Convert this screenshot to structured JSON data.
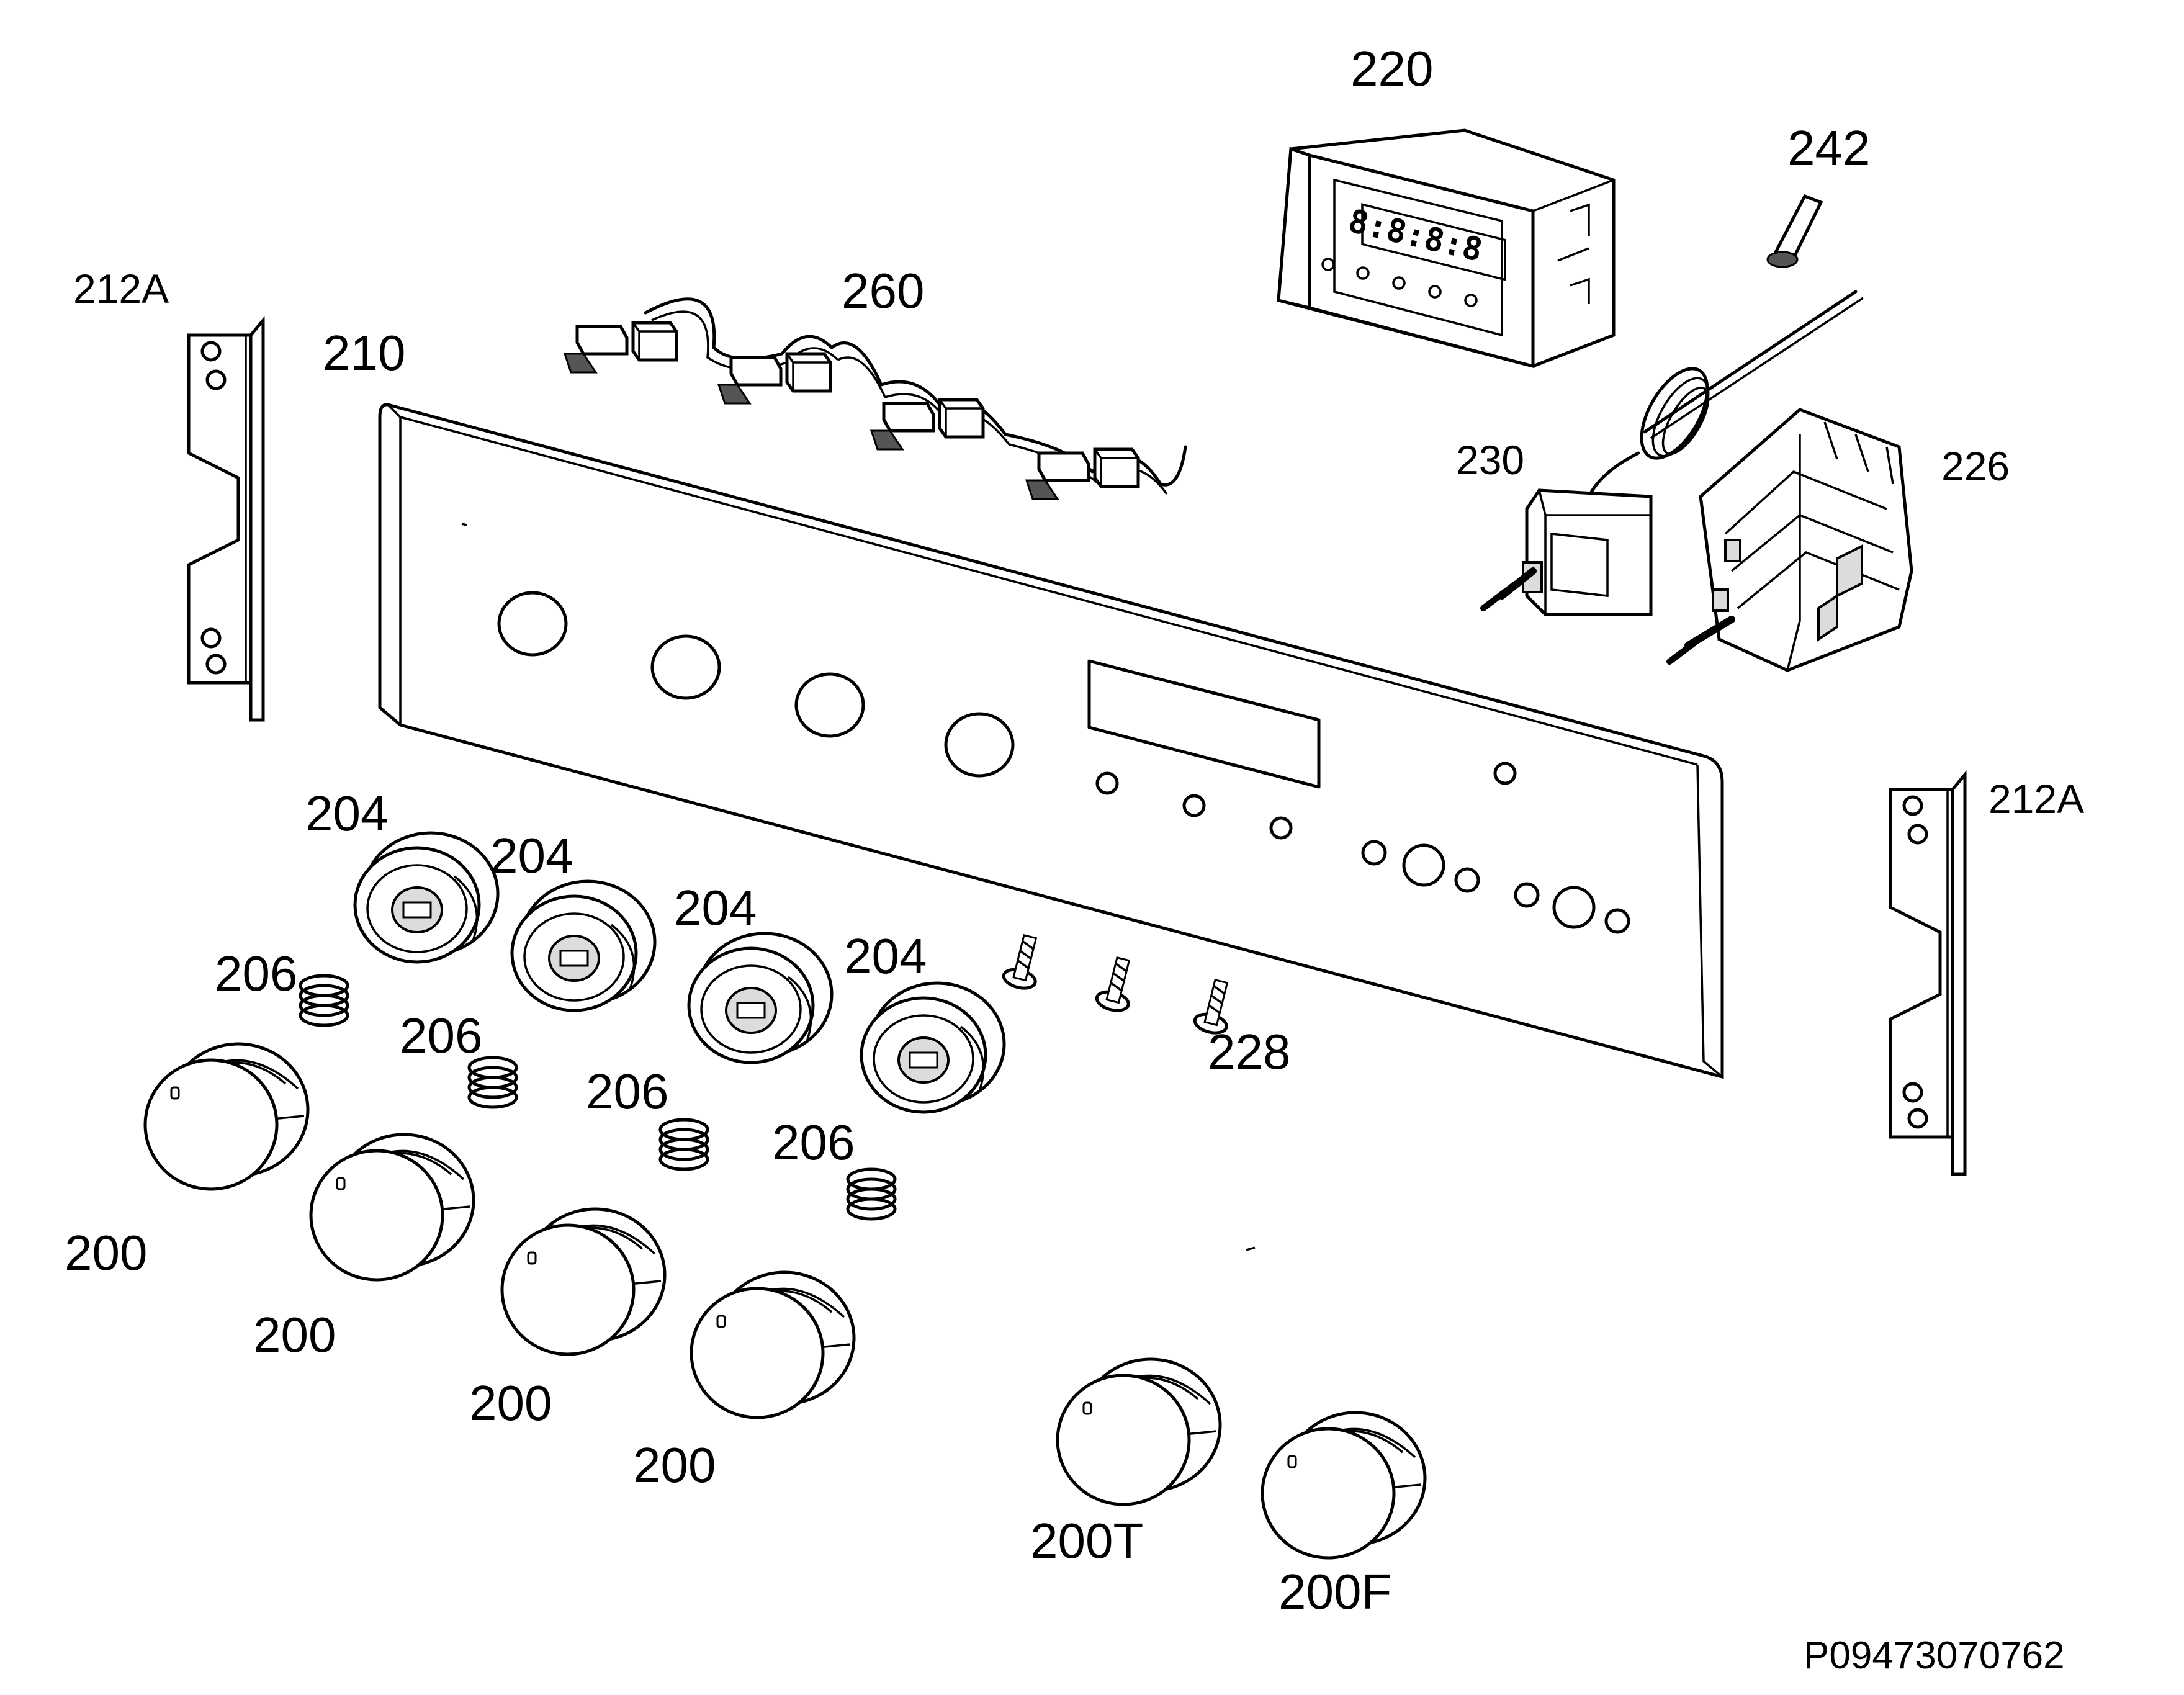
{
  "labels": {
    "control_panel": "210",
    "side_bracket_left": "212A",
    "side_bracket_right": "212A",
    "wiring_harness": "260",
    "timer_display": "220",
    "lamp": "242",
    "thermostat": "230",
    "selector_switch": "226",
    "screws": "228",
    "bezel_1": "204",
    "bezel_2": "204",
    "bezel_3": "204",
    "bezel_4": "204",
    "spring_1": "206",
    "spring_2": "206",
    "spring_3": "206",
    "spring_4": "206",
    "knob_1": "200",
    "knob_2": "200",
    "knob_3": "200",
    "knob_4": "200",
    "knob_thermostat": "200T",
    "knob_function": "200F"
  },
  "drawing_code": "P09473070762",
  "timer_digits": "8:8:8:8"
}
